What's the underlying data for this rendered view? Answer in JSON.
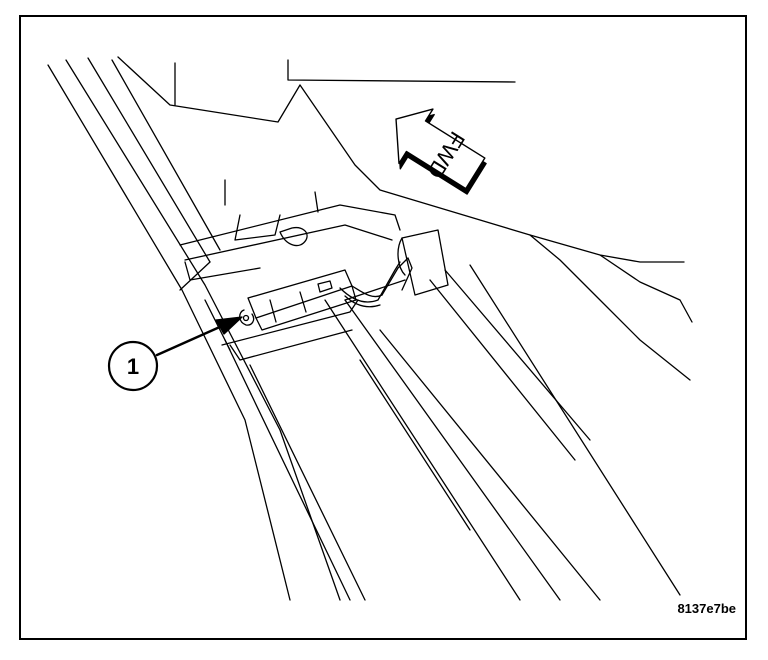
{
  "figure": {
    "id_label": "8137e7be",
    "direction_label": "FWD",
    "callouts": [
      {
        "number": "1"
      }
    ],
    "colors": {
      "ink": "#000000",
      "paper": "#ffffff"
    }
  }
}
